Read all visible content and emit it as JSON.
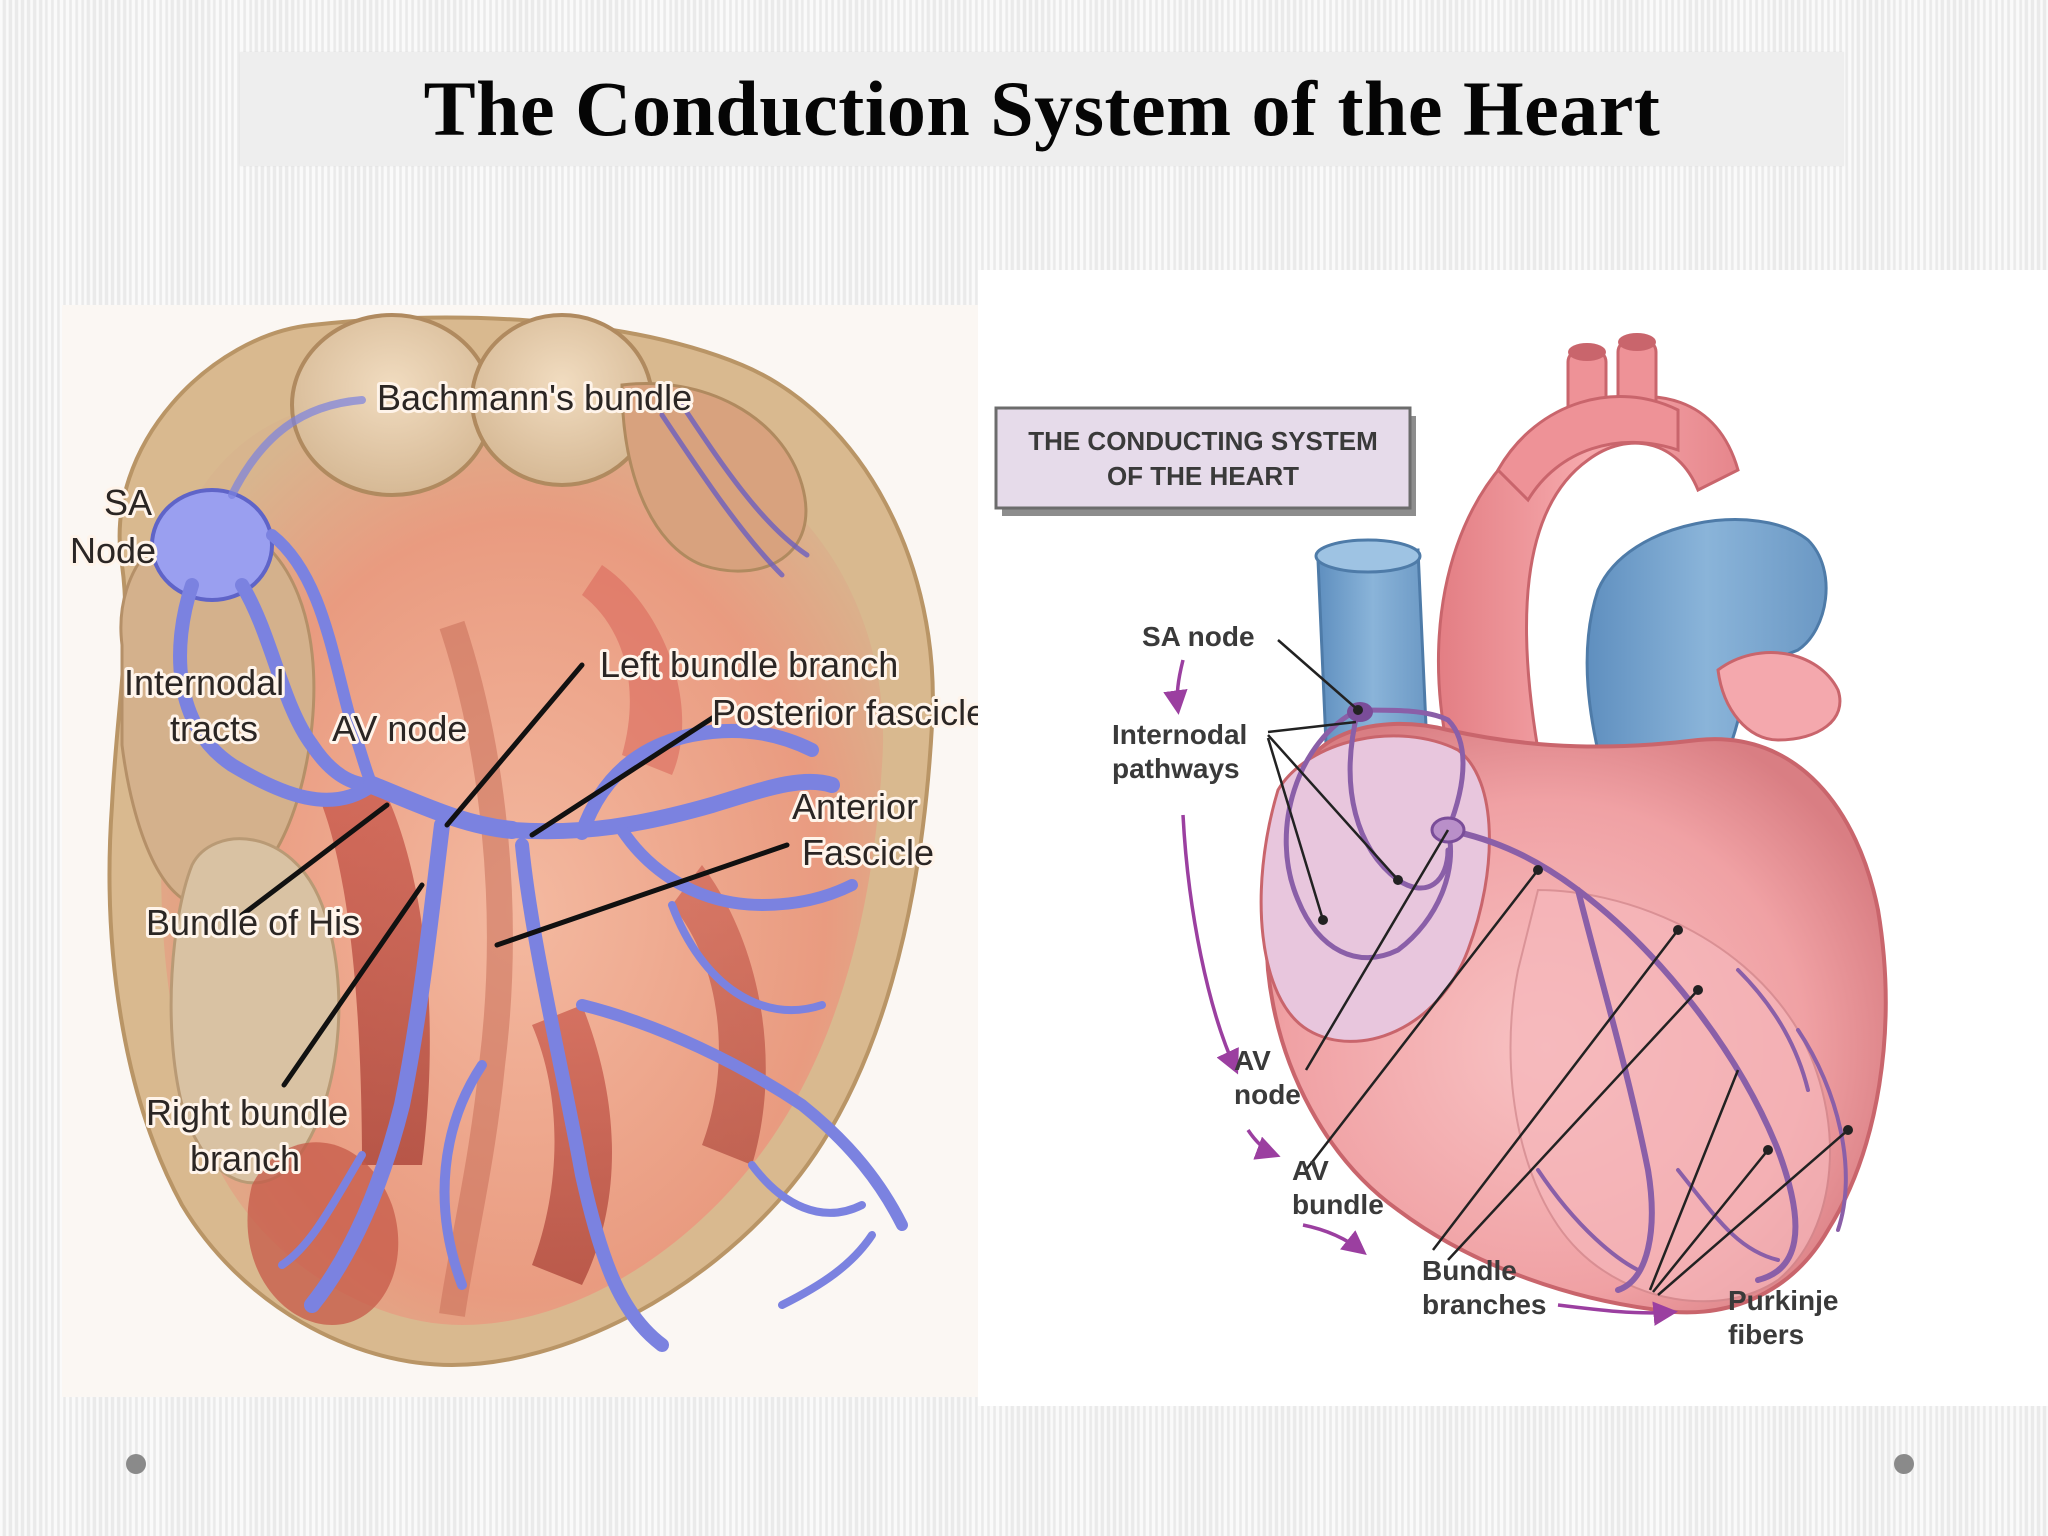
{
  "title": "The Conduction System of the Heart",
  "left_diagram": {
    "labels": {
      "bachmann": "Bachmann's bundle",
      "sa_line1": "SA",
      "sa_line2": "Node",
      "internodal_line1": "Internodal",
      "internodal_line2": "tracts",
      "av_node": "AV node",
      "left_bundle": "Left bundle branch",
      "posterior": "Posterior fascicle",
      "anterior_line1": "Anterior",
      "anterior_line2": "Fascicle",
      "his": "Bundle of His",
      "rbb_line1": "Right bundle",
      "rbb_line2": "branch"
    }
  },
  "right_diagram": {
    "box_title_line1": "THE CONDUCTING SYSTEM",
    "box_title_line2": "OF THE HEART",
    "labels": {
      "sa_node": "SA node",
      "internodal_line1": "Internodal",
      "internodal_line2": "pathways",
      "av_node_line1": "AV",
      "av_node_line2": "node",
      "av_bundle_line1": "AV",
      "av_bundle_line2": "bundle",
      "bundle_branches_line1": "Bundle",
      "bundle_branches_line2": "branches",
      "purkinje_line1": "Purkinje",
      "purkinje_line2": "fibers"
    }
  },
  "colors": {
    "conduction_blue": "#7b82e0",
    "conduction_purple": "#8a5fa8",
    "heart_pink": "#f2a7a9",
    "vessel_blue": "#7fa9cf",
    "arrow_purple": "#9b3fa0"
  }
}
